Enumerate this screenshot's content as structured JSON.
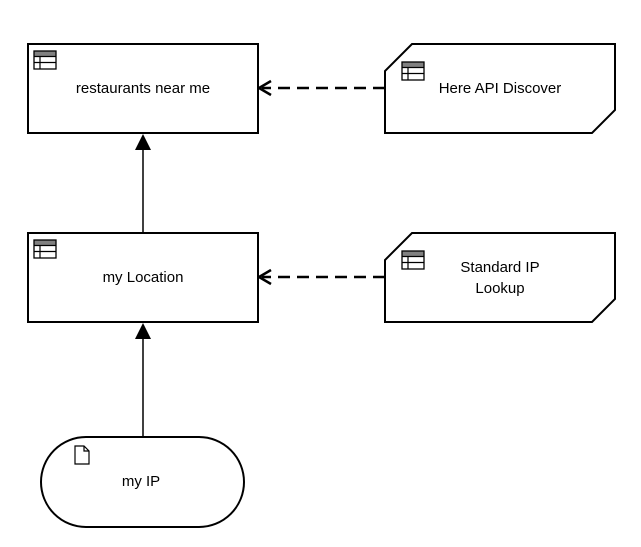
{
  "diagram": {
    "nodes": {
      "restaurants": {
        "label": "restaurants near me",
        "kind": "table",
        "icon": "table-icon"
      },
      "here_api": {
        "label": "Here API Discover",
        "kind": "external-source",
        "icon": "table-icon"
      },
      "my_location": {
        "label": "my Location",
        "kind": "table",
        "icon": "table-icon"
      },
      "ip_lookup": {
        "label_line1": "Standard IP",
        "label_line2": "Lookup",
        "kind": "external-source",
        "icon": "table-icon"
      },
      "my_ip": {
        "label": "my IP",
        "kind": "input",
        "icon": "document-icon"
      }
    },
    "edges": [
      {
        "from": "here_api",
        "to": "restaurants",
        "style": "dashed"
      },
      {
        "from": "my_location",
        "to": "restaurants",
        "style": "solid"
      },
      {
        "from": "ip_lookup",
        "to": "my_location",
        "style": "dashed"
      },
      {
        "from": "my_ip",
        "to": "my_location",
        "style": "solid"
      }
    ],
    "colors": {
      "stroke": "#000000",
      "fill": "#ffffff",
      "icon_header": "#808080"
    }
  }
}
